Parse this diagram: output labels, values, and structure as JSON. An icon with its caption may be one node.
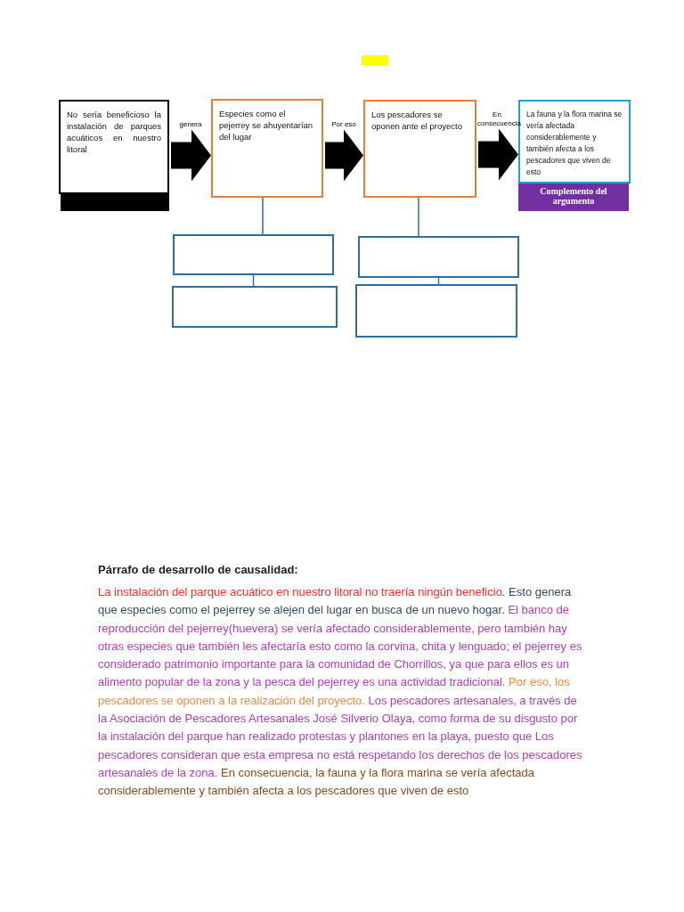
{
  "diagram": {
    "nodes": [
      {
        "text": [
          "No sería beneficioso la instalación de parques acuáticos en nuestro litoral"
        ]
      },
      {
        "text": [
          "Especies como el pejerrey se ahuyentarían del lugar"
        ]
      },
      {
        "text": [
          "Los pescadores se oponen ante el proyecto"
        ]
      },
      {
        "text": [
          "La fauna y la flora marina se vería afectada considerablemente y también afecta a los pescadores que viven de esto"
        ]
      },
      {
        "text": [
          "Complemento del argumento"
        ]
      },
      {
        "text": [],
        "shape": "box"
      },
      {
        "text": [],
        "shape": "box"
      },
      {
        "text": [],
        "shape": "box"
      },
      {
        "text": [],
        "shape": "box"
      }
    ],
    "edges": [
      {
        "from": 0,
        "to": 1,
        "arrow": "to",
        "label": "genera",
        "style": "thick",
        "color": "#000000"
      },
      {
        "from": 1,
        "to": 2,
        "arrow": "to",
        "label": "Por eso",
        "style": "thick",
        "color": "#000000"
      },
      {
        "from": 2,
        "to": 3,
        "arrow": "to",
        "label": "En consecuencia",
        "style": "thick",
        "color": "#000000"
      },
      {
        "from": 1,
        "to": 5,
        "arrow": "none"
      },
      {
        "from": 5,
        "to": 6,
        "arrow": "none"
      },
      {
        "from": 2,
        "to": 7,
        "arrow": "none"
      },
      {
        "from": 7,
        "to": 8,
        "arrow": "none"
      }
    ],
    "labels": [
      "Párrafo de desarrollo de causalidad:",
      "La instalación del parque acuático en nuestro litoral no traería ningún beneficio.",
      "Esto genera que especies como el pejerrey se alejen del lugar en busca de un nuevo hogar.",
      "El banco de reproducción del pejerrey(huevera) se vería afectado considerablemente, pero también hay otras especies que también les afectaría esto como la corvina, chita y lenguado; el pejerrey es considerado patrimonio importante para la comunidad de Chorrillos, ya que para ellos es un alimento popular de la zona y la pesca del pejerrey es una actividad tradicional.",
      "Por eso, los pescadores se oponen a la realización del proyecto.",
      "Los pescadores artesanales, a través de la Asociación de Pescadores Artesanales José Silverio Olaya, como forma de su disgusto por la instalación del parque han realizado protestas y plantones en la playa, puesto que Los pescadores consideran que esta empresa no está respetando los derechos de los pescadores artesanales de la zona.",
      "En consecuencia, la fauna y la flora marina se vería afectada considerablemente y también afecta a los pescadores que viven de esto"
    ]
  }
}
